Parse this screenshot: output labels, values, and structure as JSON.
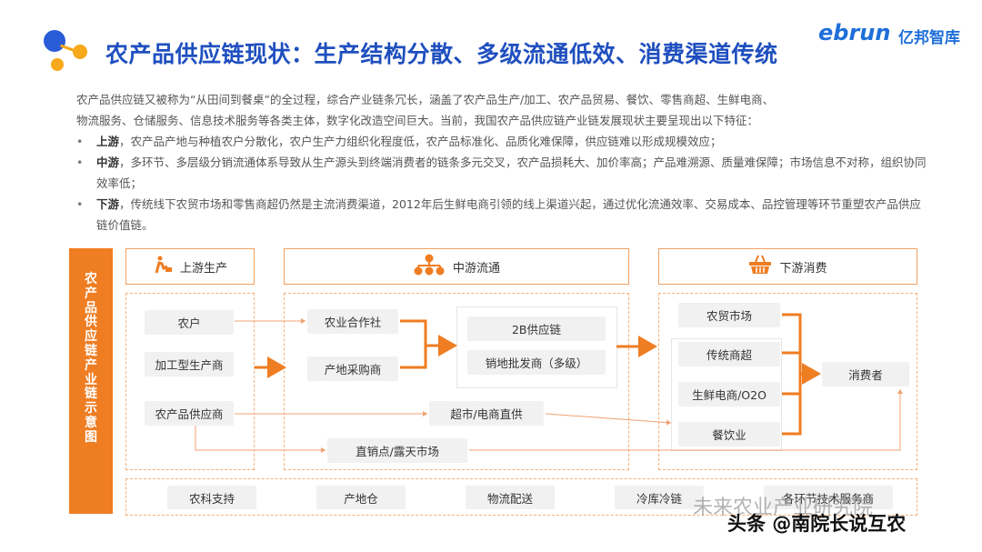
{
  "header": {
    "title": "农产品供应链现状：生产结构分散、多级流通低效、消费渠道传统",
    "brand_en": "ebrun",
    "brand_cn": "亿邦智库"
  },
  "intro": {
    "line1": "农产品供应链又被称为“从田间到餐桌”的全过程，综合产业链条冗长，涵盖了农产品生产/加工、农产品贸易、餐饮、零售商超、生鲜电商、",
    "line2": "物流服务、仓储服务、信息技术服务等各类主体，数字化改造空间巨大。当前，我国农产品供应链产业链发展现状主要呈现出以下特征："
  },
  "bullets": [
    {
      "head": "上游",
      "text": "，农产品产地与种植农户分散化，农户生产力组织化程度低，农产品标准化、品质化难保障，供应链难以形成规模效应；"
    },
    {
      "head": "中游",
      "text": "，多环节、多层级分销流通体系导致从生产源头到终端消费者的链条多元交叉，农产品损耗大、加价率高；产品难溯源、质量难保障；市场信息不对称，组织协同效率低；"
    },
    {
      "head": "下游",
      "text": "，传统线下农贸市场和零售商超仍然是主流消费渠道，2012年后生鲜电商引领的线上渠道兴起，通过优化流通效率、交易成本、品控管理等环节重塑农产品供应链价值链。"
    }
  ],
  "diagram": {
    "side_label": "农产品供应链产业链示意图",
    "sections": {
      "upstream": "上游生产",
      "midstream": "中游流通",
      "downstream": "下游消费"
    },
    "upstream_nodes": [
      "农户",
      "加工型生产商",
      "农产品供应商"
    ],
    "mid_nodes": {
      "coop": "农业合作社",
      "origin_buyer": "产地采购商",
      "b2b": "2B供应链",
      "wholesaler": "销地批发商（多级）",
      "supermarket_direct": "超市/电商直供",
      "direct_point": "直销点/露天市场"
    },
    "downstream_nodes": [
      "农贸市场",
      "传统商超",
      "生鲜电商/O2O",
      "餐饮业"
    ],
    "consumer": "消费者",
    "support": [
      "农科支持",
      "产地仓",
      "物流配送",
      "冷库冷链",
      "各环节技术服务商"
    ]
  },
  "watermark": {
    "line1": "未来农业产业研究院",
    "line2": "头条 @南院长说互农"
  },
  "colors": {
    "accent": "#ef7d22",
    "title": "#1f4fbf",
    "brand": "#1f6fd9"
  }
}
